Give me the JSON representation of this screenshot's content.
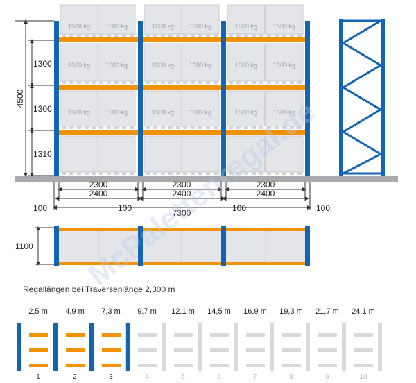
{
  "colors": {
    "upright": "#1464b4",
    "beam": "#f39200",
    "box": "#e3e5e8",
    "box_edge": "#c9ccd1",
    "floor": "#a7a9ac",
    "inactive": "#d7d8da",
    "dim_line": "#333333"
  },
  "elevation": {
    "box_label": "1500 kg",
    "height_total": "4500",
    "level_heights": [
      "1300",
      "1300",
      "1310"
    ],
    "beam_length": "2300",
    "bay_length": "2400",
    "end_gap": "100",
    "total_length": "7300",
    "inner_gap": "100"
  },
  "plan": {
    "depth": "1100"
  },
  "lengths_section": {
    "caption": "Regallängen bei Traversenlänge 2,300 m",
    "items": [
      {
        "length": "2,5 m",
        "number": "1",
        "active": true
      },
      {
        "length": "4,9 m",
        "number": "2",
        "active": true
      },
      {
        "length": "7,3 m",
        "number": "3",
        "active": true
      },
      {
        "length": "9,7 m",
        "number": "4",
        "active": false
      },
      {
        "length": "12,1 m",
        "number": "5",
        "active": false
      },
      {
        "length": "14,5 m",
        "number": "6",
        "active": false
      },
      {
        "length": "16,9 m",
        "number": "7",
        "active": false
      },
      {
        "length": "19,3 m",
        "number": "8",
        "active": false
      },
      {
        "length": "21,7 m",
        "number": "9",
        "active": false
      },
      {
        "length": "24,1 m",
        "number": "10",
        "active": false
      }
    ]
  },
  "watermark": "McPalettenregal.de"
}
